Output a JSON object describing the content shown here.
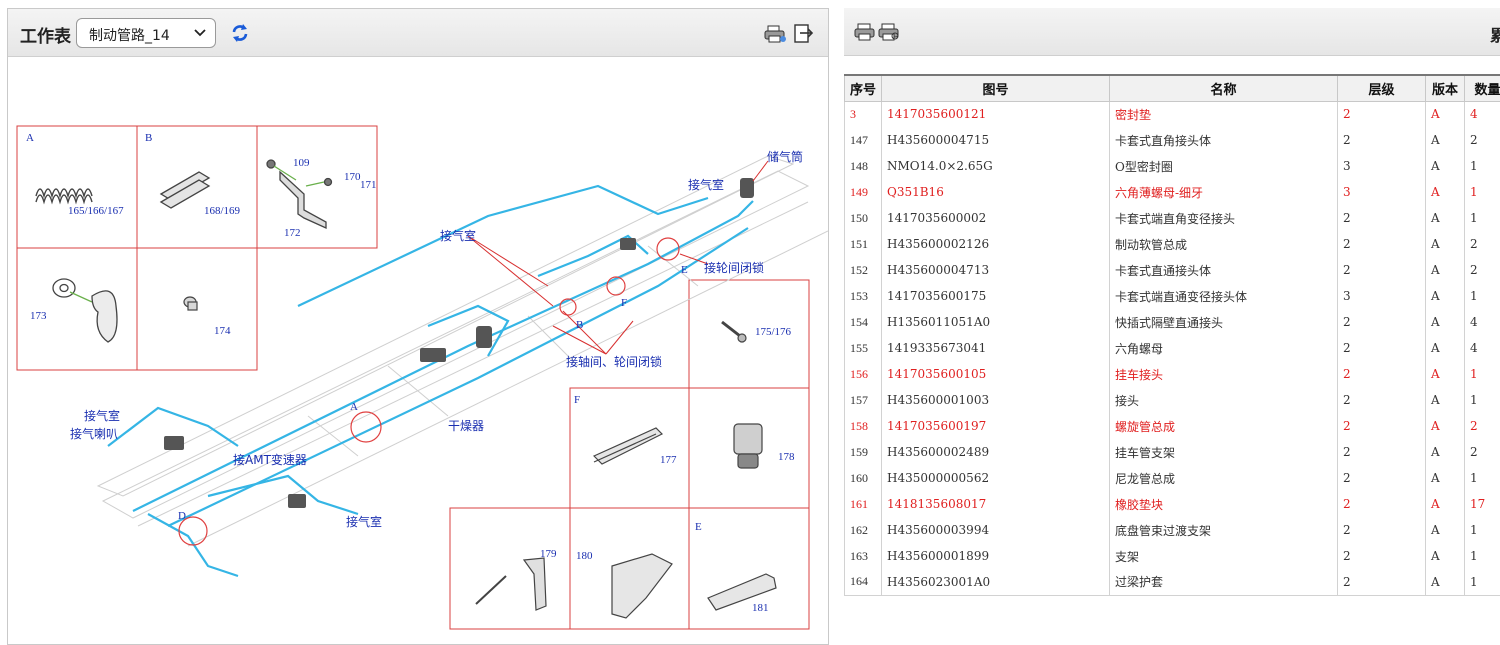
{
  "left_toolbar": {
    "worksheet_label": "工作表",
    "sheet_select_value": "制动管路_14"
  },
  "diagram": {
    "boxes": {
      "a": "A",
      "b": "B",
      "d": "D",
      "e": "E",
      "f": "F"
    },
    "callouts": {
      "c165": "165/166/167",
      "c168": "168/169",
      "c109": "109",
      "c170": "170",
      "c171": "171",
      "c172": "172",
      "c173": "173",
      "c174": "174",
      "c175": "175/176",
      "c177": "177",
      "c178": "178",
      "c179": "179",
      "c180": "180",
      "c181": "181"
    },
    "labels": {
      "reservoir": "储气筒",
      "air_chamber_top": "接气室",
      "air_chamber_mid": "接气室",
      "wheel_lock": "接轮间闭锁",
      "axle_wheel_lock": "接轴间、轮间闭锁",
      "dryer": "干燥器",
      "air_chamber_left": "接气室",
      "air_horn": "接气喇叭",
      "amt": "接AMT变速器",
      "air_chamber_bottom": "接气室",
      "marker_a": "A",
      "marker_b": "B",
      "marker_d": "D",
      "marker_e": "E",
      "marker_f": "F"
    }
  },
  "parts_table": {
    "headers": {
      "seq": "序号",
      "code": "图号",
      "name": "名称",
      "level": "层级",
      "version": "版本",
      "qty": "数量"
    },
    "highlight_color": "#e02020",
    "rows": [
      {
        "seq": "3",
        "code": "1417035600121",
        "name": "密封垫",
        "level": "2",
        "version": "A",
        "qty": "4",
        "highlight": true
      },
      {
        "seq": "147",
        "code": "H435600004715",
        "name": "卡套式直角接头体",
        "level": "2",
        "version": "A",
        "qty": "2",
        "highlight": false
      },
      {
        "seq": "148",
        "code": "NMO14.0×2.65G",
        "name": "O型密封圈",
        "level": "3",
        "version": "A",
        "qty": "1",
        "highlight": false
      },
      {
        "seq": "149",
        "code": "Q351B16",
        "name": "六角薄螺母-细牙",
        "level": "3",
        "version": "A",
        "qty": "1",
        "highlight": true
      },
      {
        "seq": "150",
        "code": "1417035600002",
        "name": "卡套式端直角变径接头",
        "level": "2",
        "version": "A",
        "qty": "1",
        "highlight": false
      },
      {
        "seq": "151",
        "code": "H435600002126",
        "name": "制动软管总成",
        "level": "2",
        "version": "A",
        "qty": "2",
        "highlight": false
      },
      {
        "seq": "152",
        "code": "H435600004713",
        "name": "卡套式直通接头体",
        "level": "2",
        "version": "A",
        "qty": "2",
        "highlight": false
      },
      {
        "seq": "153",
        "code": "1417035600175",
        "name": "卡套式端直通变径接头体",
        "level": "3",
        "version": "A",
        "qty": "1",
        "highlight": false
      },
      {
        "seq": "154",
        "code": "H1356011051A0",
        "name": "快插式隔壁直通接头",
        "level": "2",
        "version": "A",
        "qty": "4",
        "highlight": false
      },
      {
        "seq": "155",
        "code": "1419335673041",
        "name": "六角螺母",
        "level": "2",
        "version": "A",
        "qty": "4",
        "highlight": false
      },
      {
        "seq": "156",
        "code": "1417035600105",
        "name": "挂车接头",
        "level": "2",
        "version": "A",
        "qty": "1",
        "highlight": true
      },
      {
        "seq": "157",
        "code": "H435600001003",
        "name": "接头",
        "level": "2",
        "version": "A",
        "qty": "1",
        "highlight": false
      },
      {
        "seq": "158",
        "code": "1417035600197",
        "name": "螺旋管总成",
        "level": "2",
        "version": "A",
        "qty": "2",
        "highlight": true
      },
      {
        "seq": "159",
        "code": "H435600002489",
        "name": "挂车管支架",
        "level": "2",
        "version": "A",
        "qty": "2",
        "highlight": false
      },
      {
        "seq": "160",
        "code": "H435000000562",
        "name": "尼龙管总成",
        "level": "2",
        "version": "A",
        "qty": "1",
        "highlight": false
      },
      {
        "seq": "161",
        "code": "1418135608017",
        "name": "橡胶垫块",
        "level": "2",
        "version": "A",
        "qty": "17",
        "highlight": true
      },
      {
        "seq": "162",
        "code": "H435600003994",
        "name": "底盘管束过渡支架",
        "level": "2",
        "version": "A",
        "qty": "1",
        "highlight": false
      },
      {
        "seq": "163",
        "code": "H435600001899",
        "name": "支架",
        "level": "2",
        "version": "A",
        "qty": "1",
        "highlight": false
      },
      {
        "seq": "164",
        "code": "H4356023001A0",
        "name": "过梁护套",
        "level": "2",
        "version": "A",
        "qty": "1",
        "highlight": false
      }
    ]
  },
  "right_toolbar": {
    "edge_char": "累"
  }
}
